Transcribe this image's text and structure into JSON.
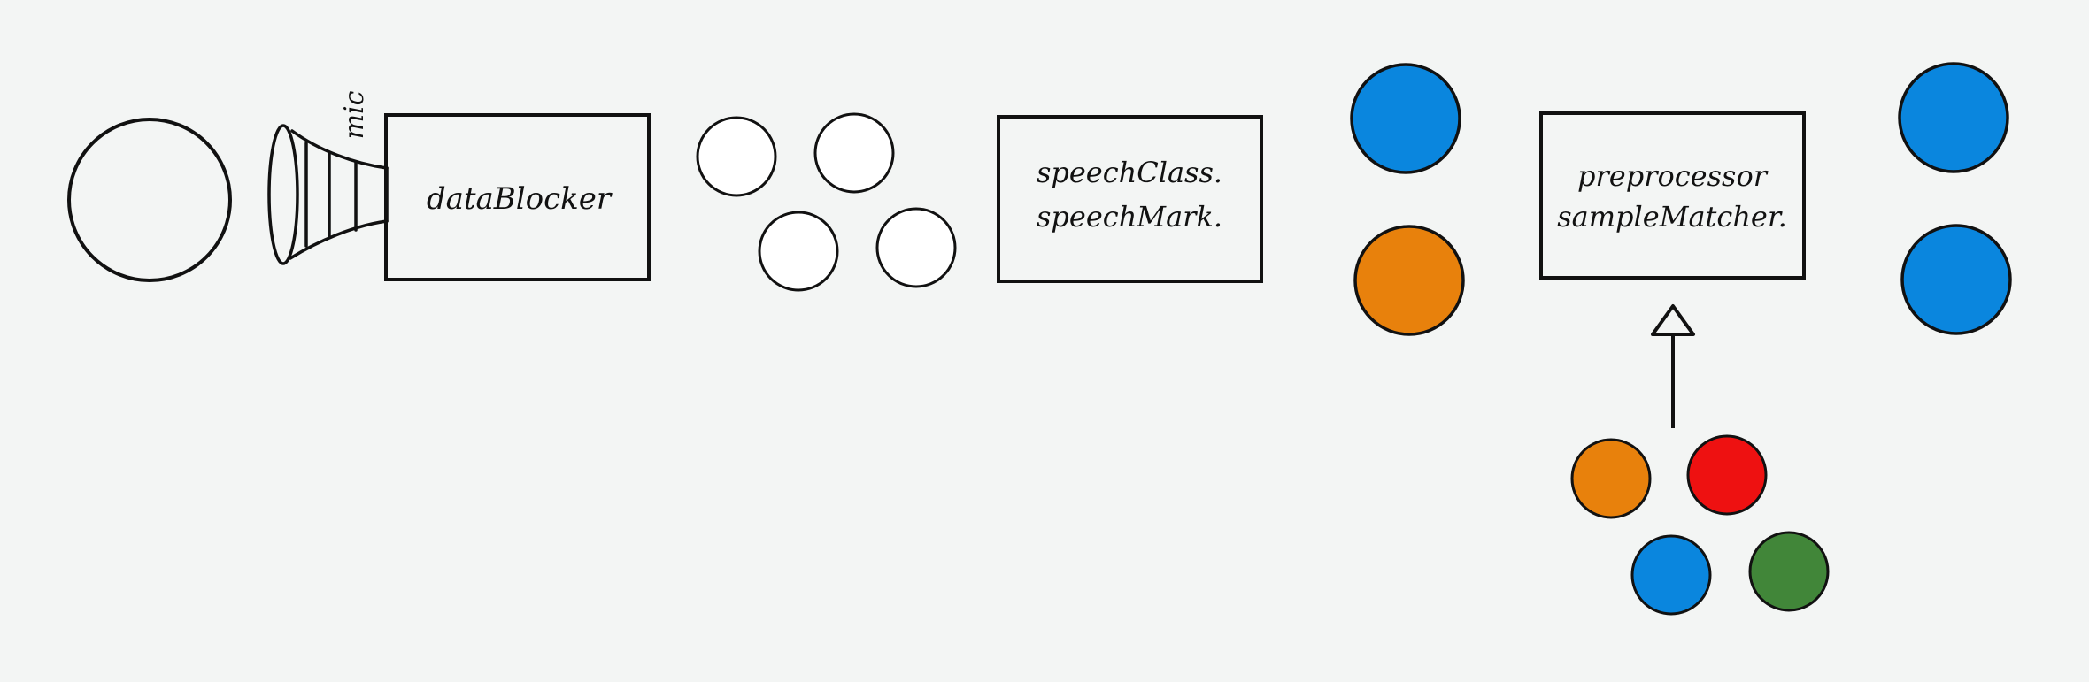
{
  "colors": {
    "background": "#f3f5f4",
    "stroke": "#111111",
    "blue": "#0a86de",
    "orange": "#e8810c",
    "red": "#ee1111",
    "green": "#418639",
    "empty": "#ffffff"
  },
  "microphone": {
    "label": "mic"
  },
  "boxes": {
    "data_blocker": {
      "line1": "dataBlocker"
    },
    "speech": {
      "line1": "speechClass.",
      "line2": "speechMark."
    },
    "preprocessor": {
      "line1": "preprocessor",
      "line2": "sampleMatcher."
    }
  },
  "groups": {
    "empty_circles": [
      "empty",
      "empty",
      "empty",
      "empty"
    ],
    "middle_column": [
      "blue",
      "orange"
    ],
    "right_column": [
      "blue",
      "blue"
    ],
    "input_cluster": [
      "orange",
      "red",
      "blue",
      "green"
    ]
  }
}
